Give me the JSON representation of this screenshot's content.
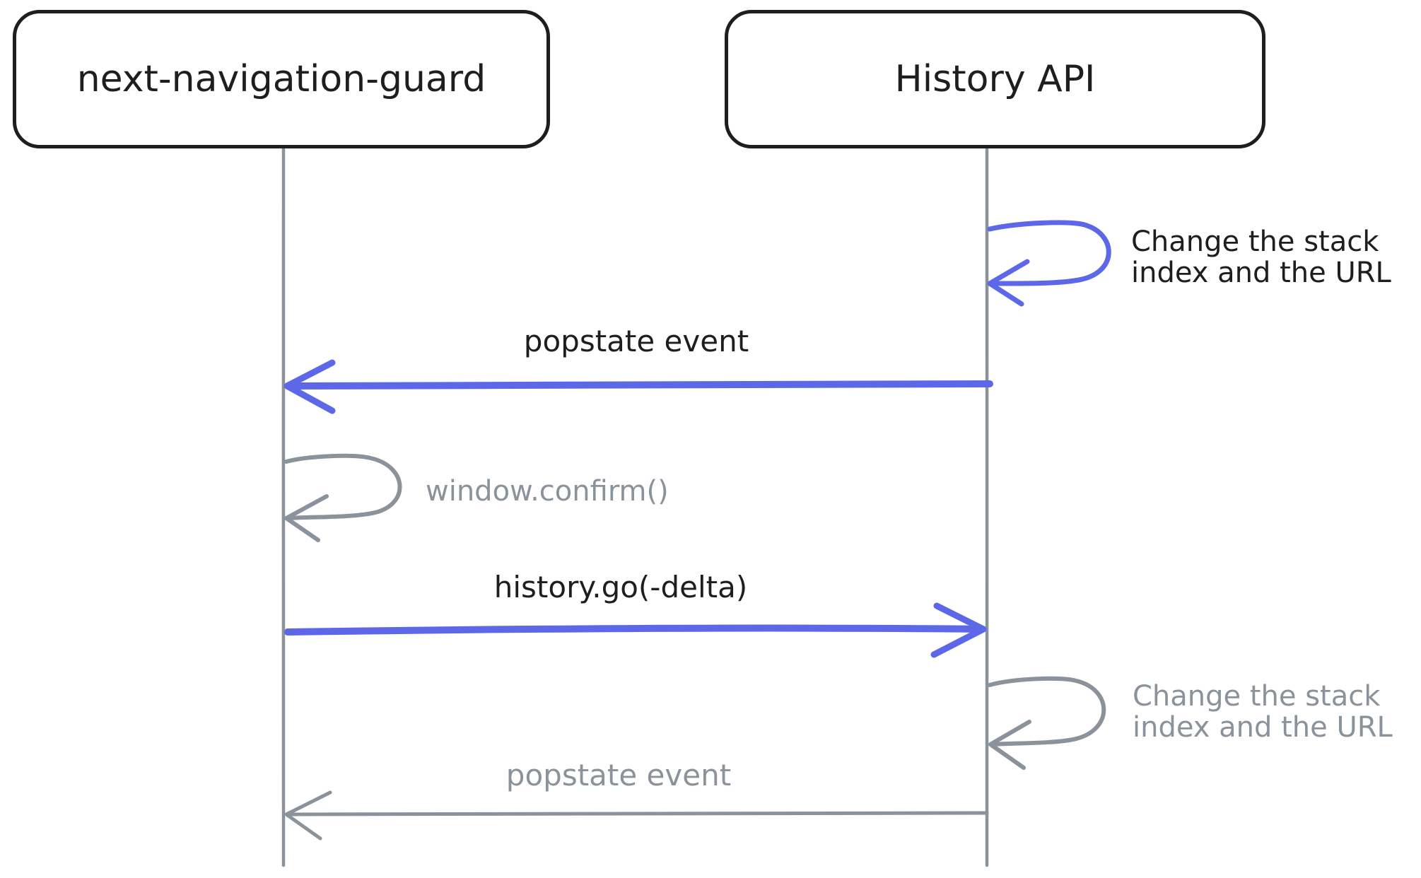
{
  "diagram": {
    "type": "sequence-diagram",
    "colors": {
      "black": "#1e1e1e",
      "gray": "#8a929b",
      "blue": "#5c68e8",
      "background": "#ffffff"
    },
    "actors": [
      {
        "id": "guard",
        "label": "next-navigation-guard"
      },
      {
        "id": "history",
        "label": "History API"
      }
    ],
    "messages": [
      {
        "order": 1,
        "type": "self-loop",
        "actor": "history",
        "arrow_color": "blue",
        "label": "Change the stack index and the URL",
        "label_lines": [
          "Change the stack",
          "index and the URL"
        ],
        "label_color": "black"
      },
      {
        "order": 2,
        "type": "message",
        "from": "history",
        "to": "guard",
        "arrow_color": "blue",
        "label": "popstate event",
        "label_color": "black"
      },
      {
        "order": 3,
        "type": "self-loop",
        "actor": "guard",
        "arrow_color": "gray",
        "label": "window.confirm()",
        "label_color": "gray"
      },
      {
        "order": 4,
        "type": "message",
        "from": "guard",
        "to": "history",
        "arrow_color": "blue",
        "label": "history.go(-delta)",
        "label_color": "black"
      },
      {
        "order": 5,
        "type": "self-loop",
        "actor": "history",
        "arrow_color": "gray",
        "label": "Change the stack index and the URL",
        "label_lines": [
          "Change the stack",
          "index and the URL"
        ],
        "label_color": "gray"
      },
      {
        "order": 6,
        "type": "message",
        "from": "history",
        "to": "guard",
        "arrow_color": "gray",
        "label": "popstate event",
        "label_color": "gray"
      }
    ]
  }
}
